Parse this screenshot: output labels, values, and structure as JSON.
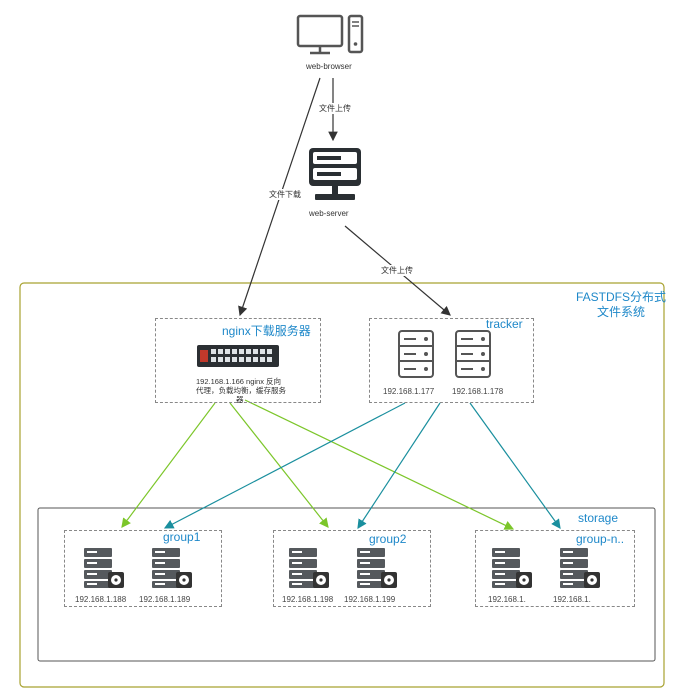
{
  "browser": {
    "label": "web-browser"
  },
  "server": {
    "label": "web-server"
  },
  "edges": {
    "upload_1": "文件上传",
    "download": "文件下载",
    "upload_2": "文件上传"
  },
  "fastdfs": {
    "title_line1": "FASTDFS分布式",
    "title_line2": "文件系统"
  },
  "nginx": {
    "title": "nginx下载服务器",
    "desc_line1": "192.168.1.166 nginx 反向",
    "desc_line2": "代理，负载均衡，缓存服务",
    "desc_line3": "器"
  },
  "tracker": {
    "title": "tracker",
    "ip1": "192.168.1.177",
    "ip2": "192.168.1.178"
  },
  "storage": {
    "title": "storage",
    "groups": [
      {
        "name": "group1",
        "ip1": "192.168.1.188",
        "ip2": "192.168.1.189"
      },
      {
        "name": "group2",
        "ip1": "192.168.1.198",
        "ip2": "192.168.1.199"
      },
      {
        "name": "group-n..",
        "ip1": "192.168.1.",
        "ip2": "192.168.1."
      }
    ]
  },
  "colors": {
    "accent": "#1e88c9",
    "green": "#7cc62a",
    "teal": "#1a8f9e",
    "frame": "#a8a230"
  }
}
